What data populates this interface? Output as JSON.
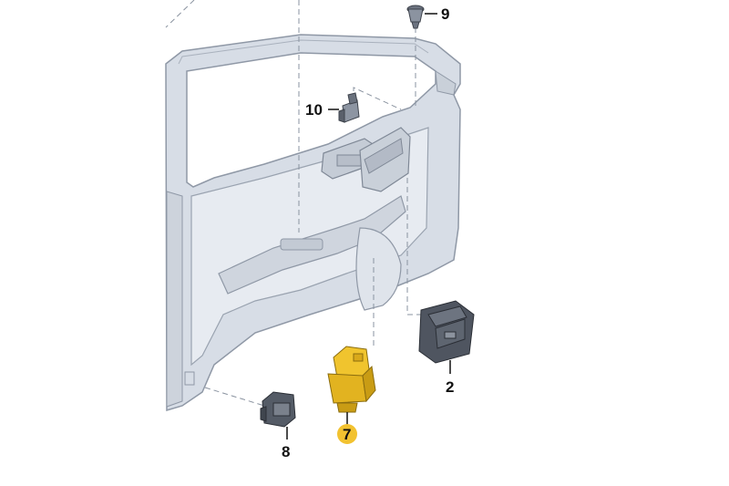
{
  "callouts": {
    "c2": "2",
    "c7": "7",
    "c8": "8",
    "c9": "9",
    "c10": "10"
  },
  "colors": {
    "panel_fill": "#d7dde6",
    "panel_light": "#e7ebf1",
    "panel_edge": "#8f98a6",
    "switch_dark": "#4f5560",
    "highlight_part": "#f0c42e",
    "highlight_badge": "#f2c230",
    "dash": "#8a93a0"
  }
}
